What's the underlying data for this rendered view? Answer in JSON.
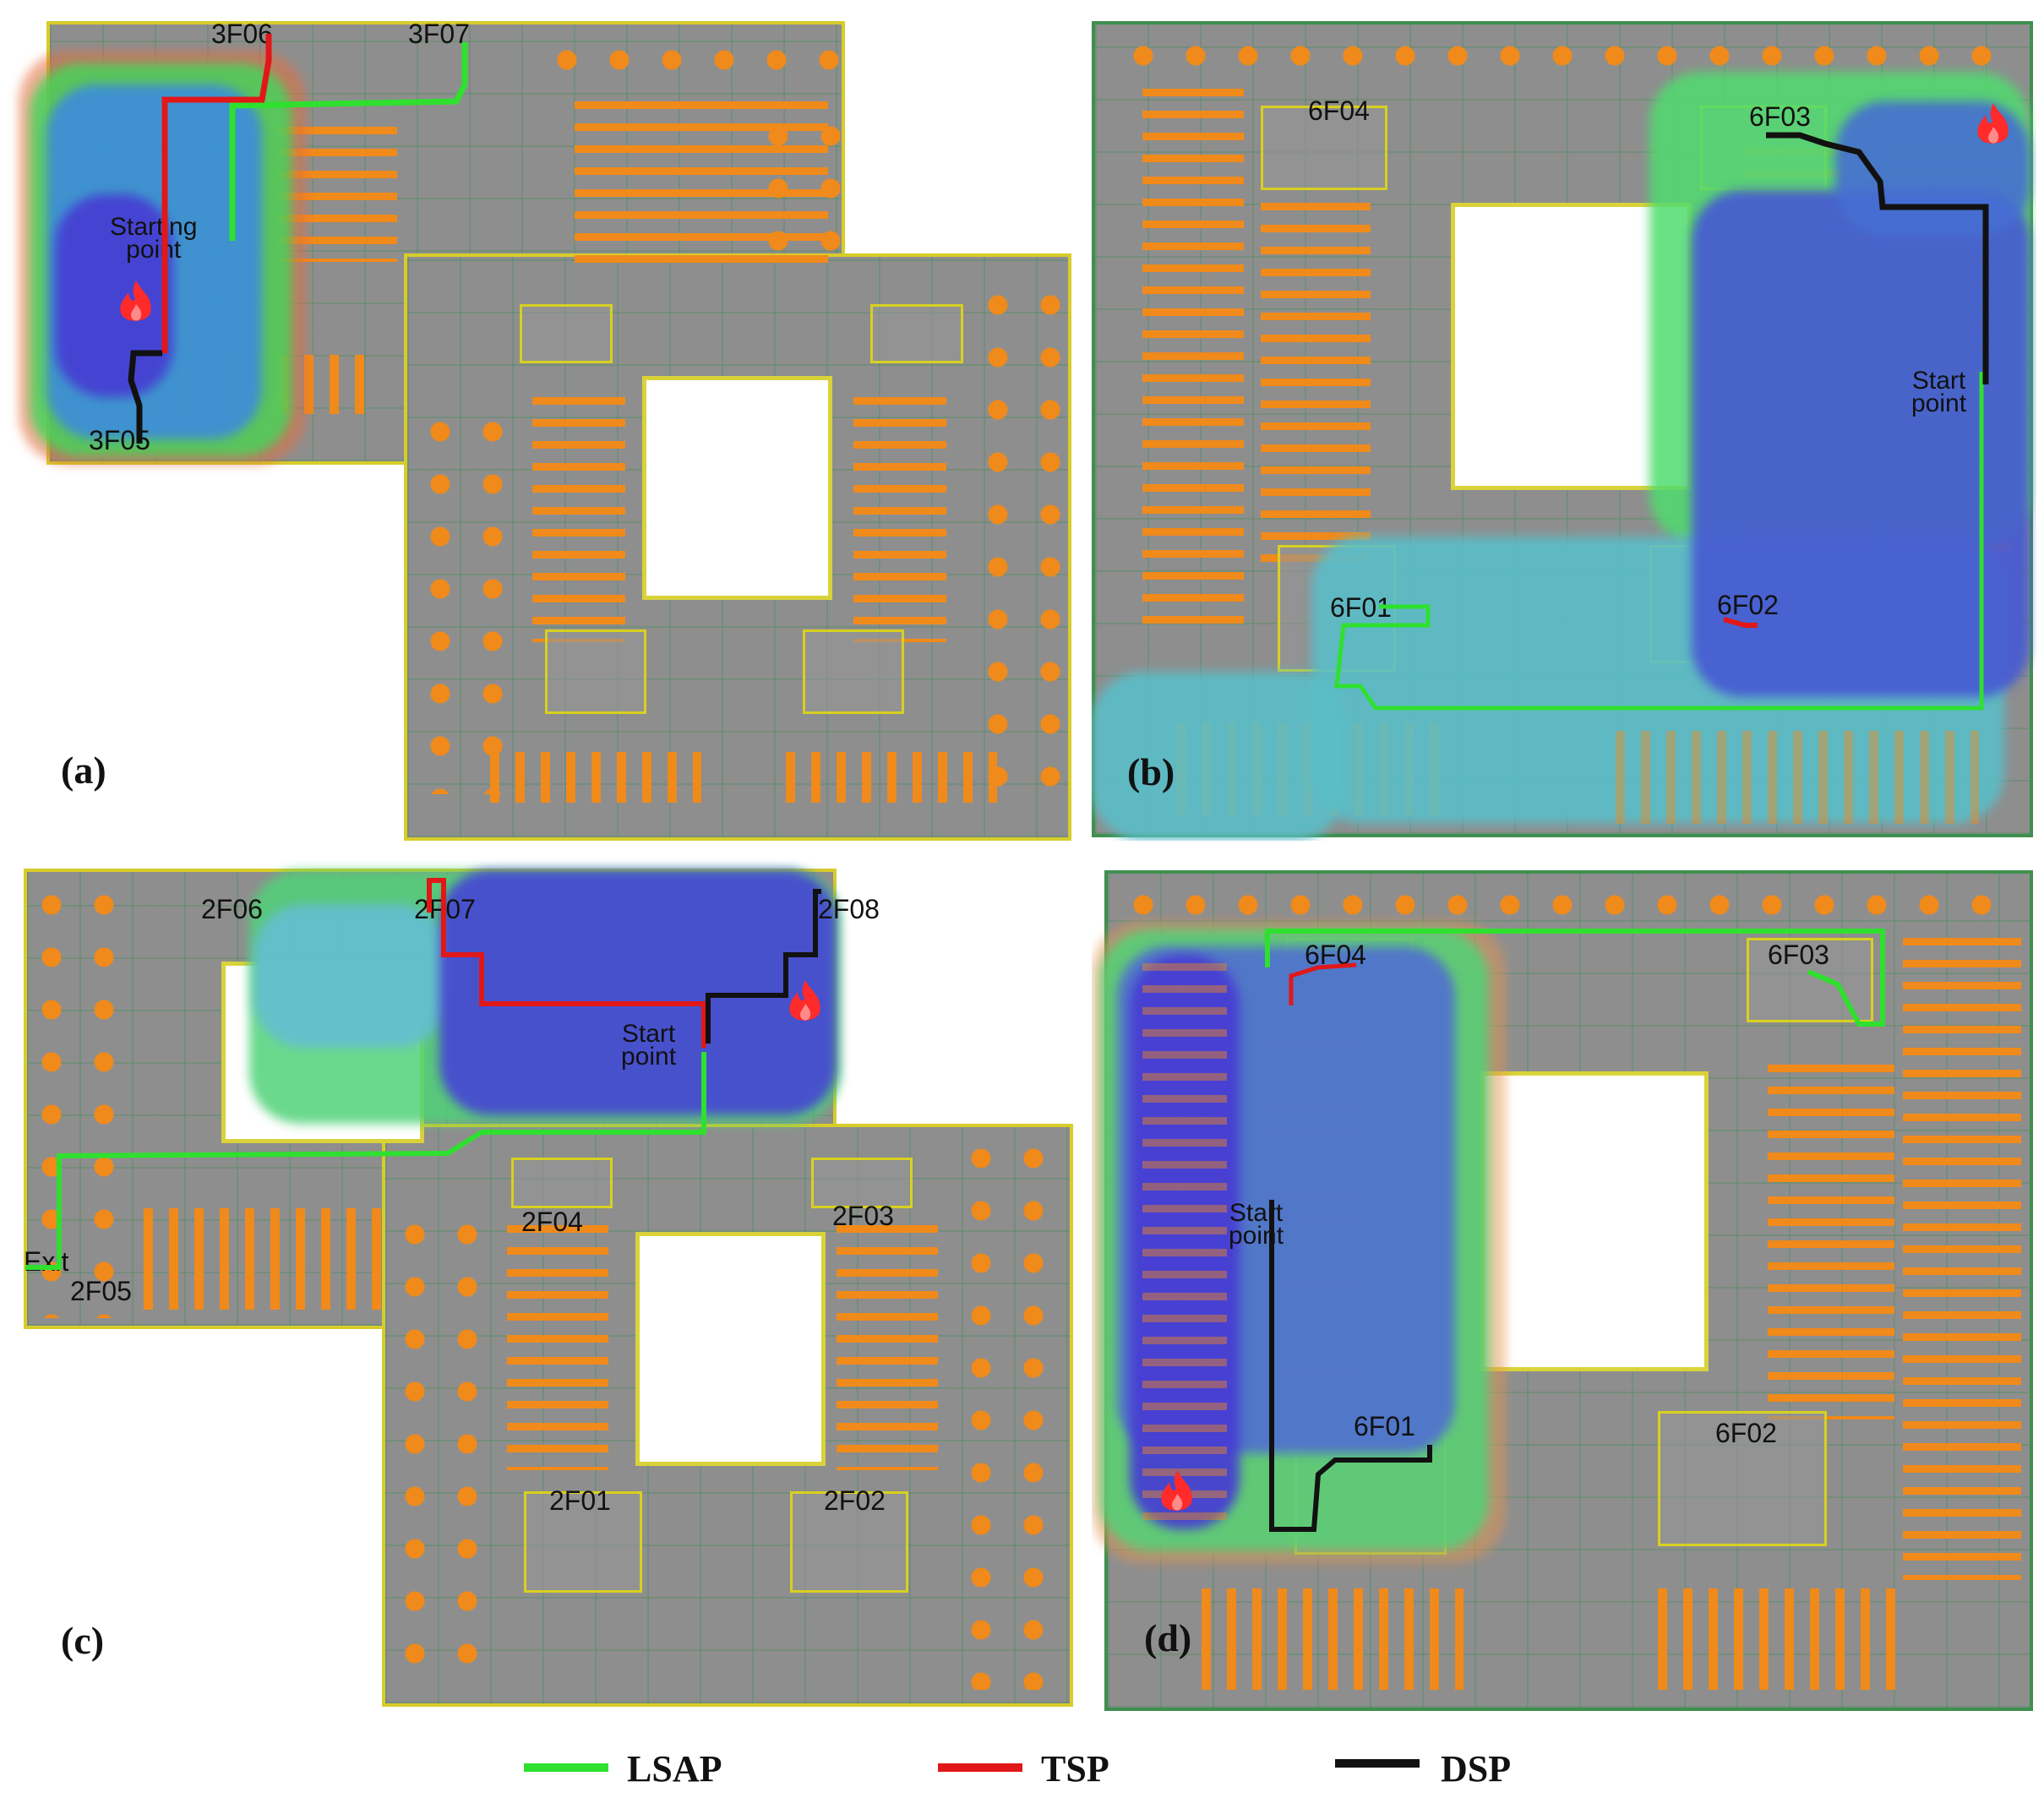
{
  "colors": {
    "lsap": "#2fe02f",
    "tsp": "#e01818",
    "dsp": "#111111",
    "shelf": "#f08a1a",
    "floor": "#8e8e8e",
    "wall": "#d8cc2a"
  },
  "panels": {
    "a": {
      "letter": "(a)",
      "labels": {
        "e1": "3F06",
        "e2": "3F07",
        "e3": "3F05",
        "start": "Starting\npoint"
      }
    },
    "b": {
      "letter": "(b)",
      "labels": {
        "e1": "6F04",
        "e2": "6F03",
        "e3": "6F01",
        "e4": "6F02",
        "start": "Start\npoint"
      }
    },
    "c": {
      "letter": "(c)",
      "labels": {
        "e1": "2F06",
        "e2": "2F07",
        "e3": "2F08",
        "e4": "2F04",
        "e5": "2F03",
        "e6": "2F05",
        "e7": "2F01",
        "e8": "2F02",
        "exit": "Exit",
        "start": "Start\npoint"
      }
    },
    "d": {
      "letter": "(d)",
      "labels": {
        "e1": "6F04",
        "e2": "6F03",
        "e3": "6F01",
        "e4": "6F02",
        "start": "Start\npoint"
      }
    }
  },
  "legend": [
    {
      "key": "lsap",
      "label": "LSAP"
    },
    {
      "key": "tsp",
      "label": "TSP"
    },
    {
      "key": "dsp",
      "label": "DSP"
    }
  ]
}
